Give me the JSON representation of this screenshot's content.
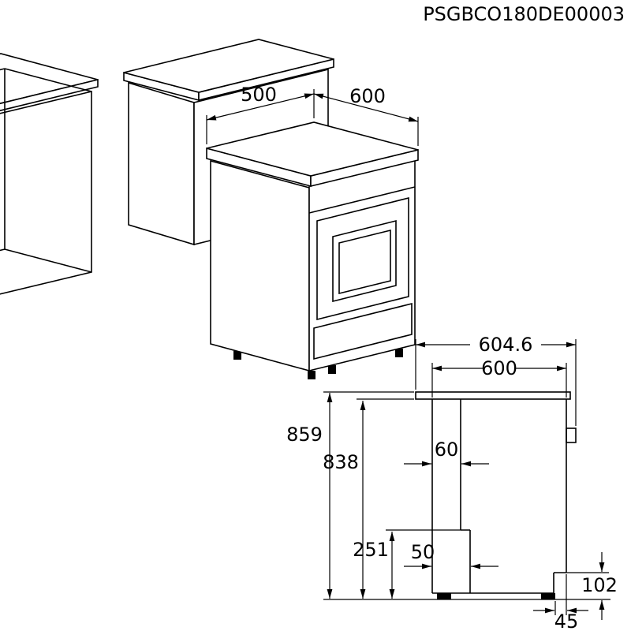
{
  "product_code": "PSGBCO180DE00003",
  "colors": {
    "line": "#000000",
    "background": "#ffffff"
  },
  "isometric_view": {
    "dims": {
      "depth": "500",
      "width": "600"
    }
  },
  "side_view": {
    "dims": {
      "total_depth": "604.6",
      "depth": "600",
      "total_height": "859",
      "height_under_worktop": "838",
      "top_inset": "60",
      "lower_section_height": "251",
      "bottom_inset": "50",
      "rear_recess_height": "102",
      "rear_foot_offset": "45"
    }
  }
}
